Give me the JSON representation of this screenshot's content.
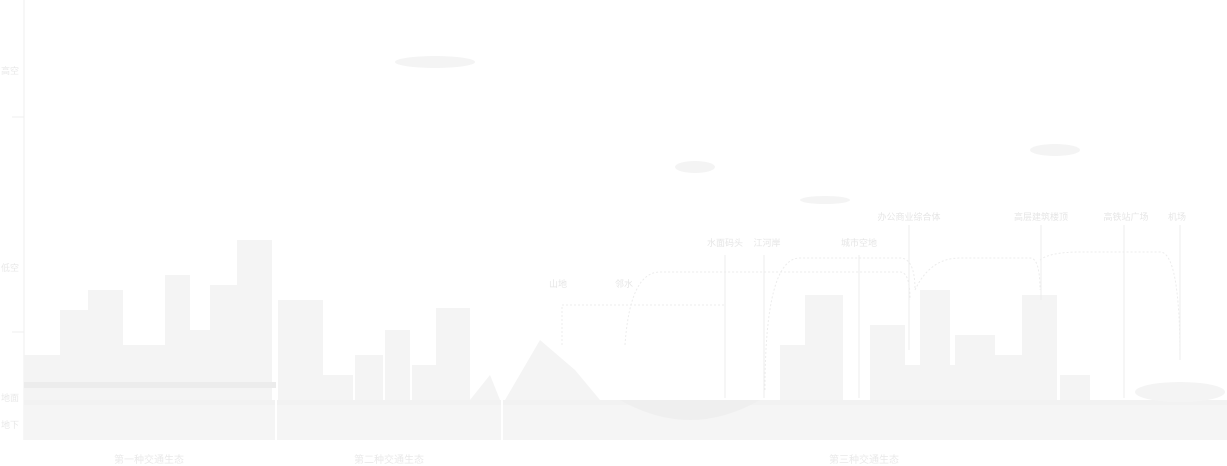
{
  "altitude_levels": [
    "高空",
    "低空",
    "地面",
    "地下"
  ],
  "site_labels": [
    "山地",
    "邻水",
    "水面码头",
    "江河岸",
    "城市空地",
    "办公商业综合体",
    "高层建筑楼顶",
    "高铁站广场",
    "机场"
  ],
  "ecologies": [
    "第一种交通生态",
    "第二种交通生态",
    "第三种交通生态"
  ],
  "colors": {
    "fill": "#f4f4f4",
    "line": "#eeeeee",
    "text": "#e6e6e6"
  }
}
